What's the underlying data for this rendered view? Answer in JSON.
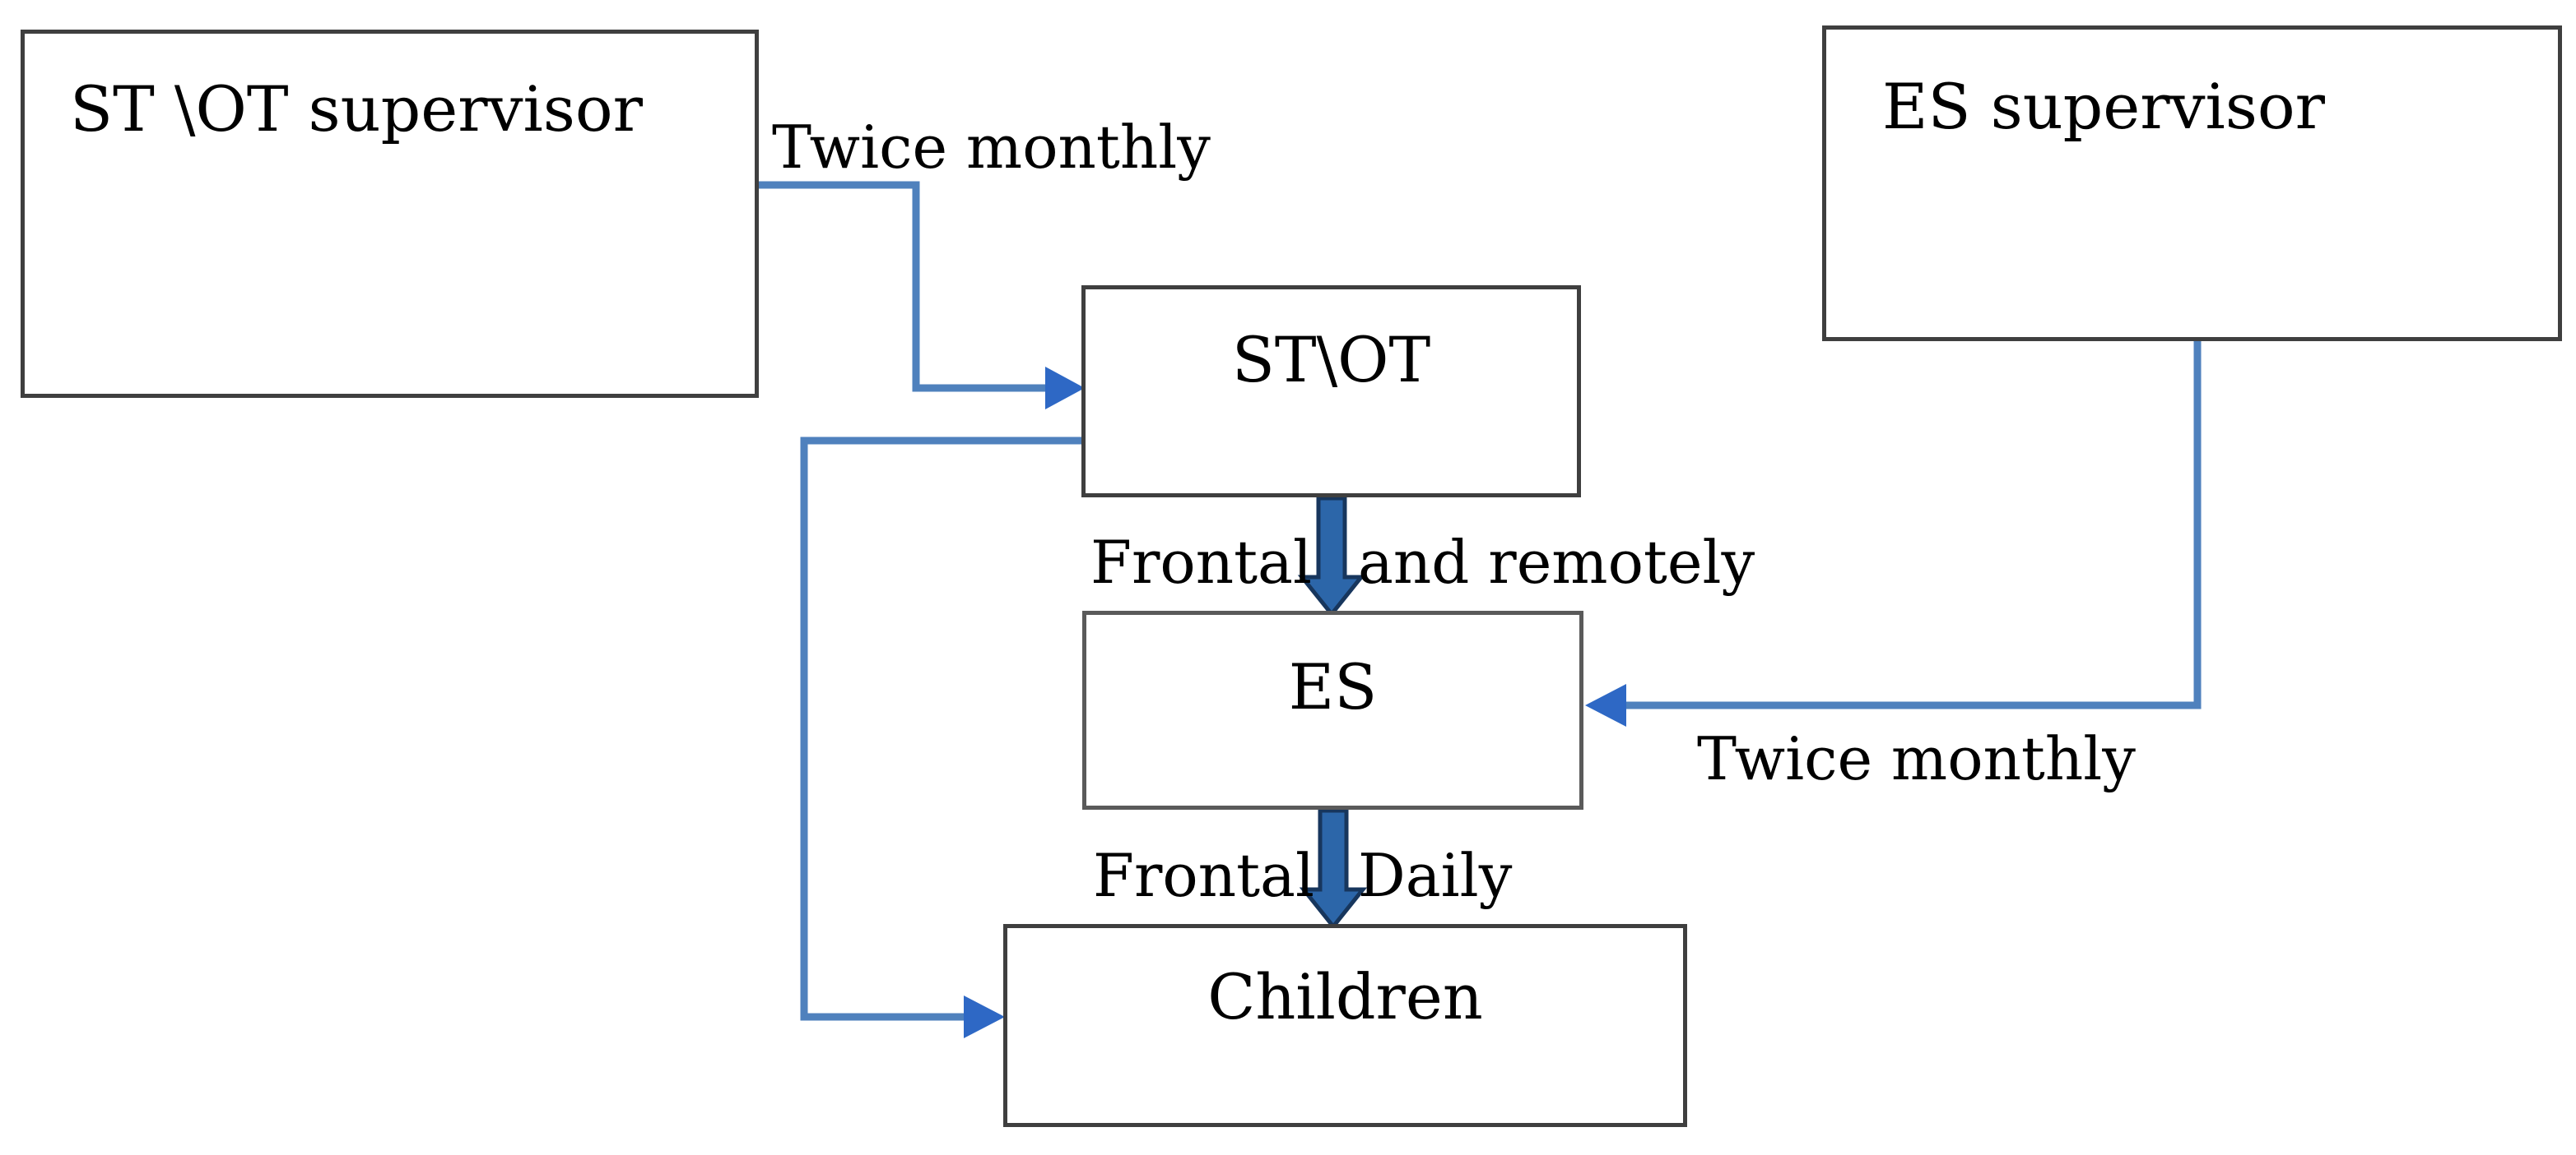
{
  "diagram": {
    "nodes": {
      "st_ot_supervisor": {
        "label": "ST \\OT supervisor"
      },
      "es_supervisor": {
        "label": "ES supervisor"
      },
      "st_ot": {
        "label": "ST\\OT"
      },
      "es": {
        "label": "ES"
      },
      "children": {
        "label": "Children"
      }
    },
    "edges": {
      "supervisor_to_st_ot": {
        "label": "Twice monthly"
      },
      "st_ot_to_es": {
        "label_left": "Frontal",
        "label_right": "and remotely"
      },
      "es_supervisor_to_es": {
        "label": "Twice monthly"
      },
      "es_to_children": {
        "label_left": "Frontal",
        "label_right": "Daily"
      },
      "st_ot_to_children": {
        "label": ""
      }
    },
    "colors": {
      "connector_blue": "#4f81bd",
      "arrowhead_blue": "#2e68c5",
      "thick_arrow_fill": "#2c66a9",
      "thick_arrow_outline": "#17365d",
      "box_border": "#3f3f3f",
      "text": "#000000",
      "background": "#ffffff"
    }
  }
}
